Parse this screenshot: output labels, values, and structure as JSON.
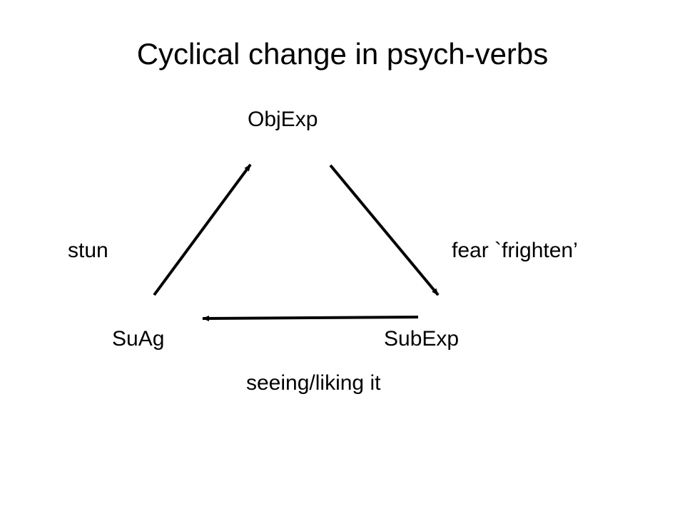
{
  "slide": {
    "title": "Cyclical change in psych-verbs"
  },
  "diagram": {
    "nodes": {
      "top": "ObjExp",
      "bottom_left": "SuAg",
      "bottom_right": "SubExp"
    },
    "edges": {
      "left": "stun",
      "right": "fear `frighten’",
      "bottom": "seeing/liking it"
    },
    "arrow_color": "#000000",
    "text_color": "#000000",
    "background": "#ffffff"
  }
}
